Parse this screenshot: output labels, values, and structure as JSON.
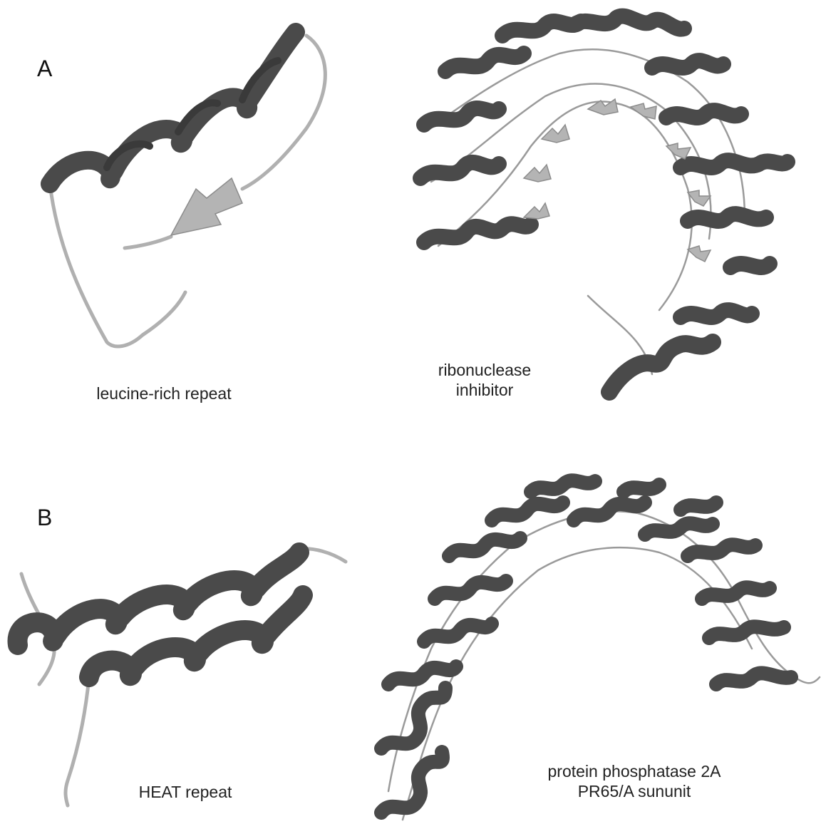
{
  "panels": [
    {
      "letter": "A",
      "left_caption": "leucine-rich repeat",
      "right_caption_line1": "ribonuclease",
      "right_caption_line2": "inhibitor"
    },
    {
      "letter": "B",
      "left_caption": "HEAT repeat",
      "right_caption_line1": "protein phosphatase 2A",
      "right_caption_line2": "PR65/A sununit"
    }
  ],
  "colors": {
    "helix": "#4a4a4a",
    "loop": "#b0b0b0",
    "strand": "#b4b4b4",
    "background": "#ffffff"
  }
}
